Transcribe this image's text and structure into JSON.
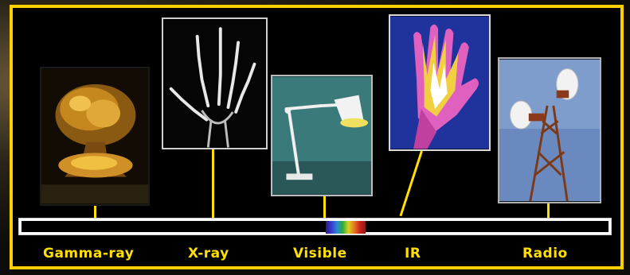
{
  "spectrum": {
    "bands": [
      {
        "key": "gamma",
        "label": "Gamma-ray"
      },
      {
        "key": "xray",
        "label": "X-ray"
      },
      {
        "key": "visible",
        "label": "Visible"
      },
      {
        "key": "ir",
        "label": "IR"
      },
      {
        "key": "radio",
        "label": "Radio"
      }
    ]
  },
  "photos": [
    {
      "key": "gamma",
      "subject": "mushroom-cloud"
    },
    {
      "key": "xray",
      "subject": "hand-xray"
    },
    {
      "key": "visible",
      "subject": "desk-lamp"
    },
    {
      "key": "ir",
      "subject": "thermal-hand"
    },
    {
      "key": "radio",
      "subject": "radio-tower"
    }
  ],
  "colors": {
    "frame": "#ffd000",
    "label": "#ffe000",
    "connector": "#ffe000",
    "bar": "#ffffff"
  }
}
